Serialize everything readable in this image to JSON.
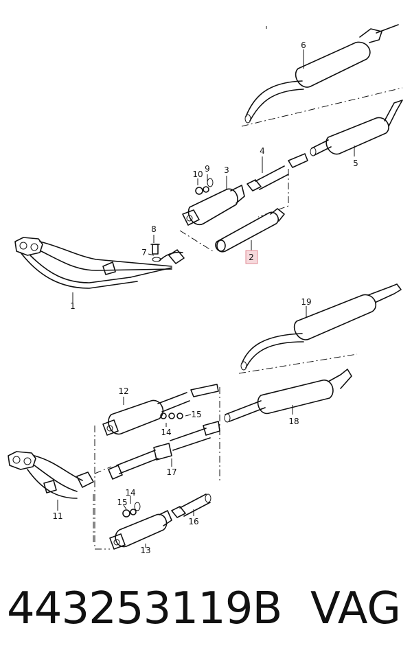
{
  "diagram": {
    "callouts": [
      {
        "id": "c1",
        "label": "1"
      },
      {
        "id": "c2",
        "label": "2",
        "highlighted": true
      },
      {
        "id": "c3",
        "label": "3"
      },
      {
        "id": "c4",
        "label": "4"
      },
      {
        "id": "c5",
        "label": "5"
      },
      {
        "id": "c6",
        "label": "6"
      },
      {
        "id": "c7",
        "label": "7"
      },
      {
        "id": "c8",
        "label": "8"
      },
      {
        "id": "c9",
        "label": "9"
      },
      {
        "id": "c10",
        "label": "10"
      },
      {
        "id": "c11",
        "label": "11"
      },
      {
        "id": "c12",
        "label": "12"
      },
      {
        "id": "c13",
        "label": "13"
      },
      {
        "id": "c14a",
        "label": "14"
      },
      {
        "id": "c14b",
        "label": "14"
      },
      {
        "id": "c15a",
        "label": "15"
      },
      {
        "id": "c15b",
        "label": "15"
      },
      {
        "id": "c16",
        "label": "16"
      },
      {
        "id": "c17",
        "label": "17"
      },
      {
        "id": "c18",
        "label": "18"
      },
      {
        "id": "c19",
        "label": "19"
      }
    ],
    "highlight_color": "#f6d9dc"
  },
  "footer": {
    "part_number": "443253119B",
    "brand": "VAG"
  }
}
